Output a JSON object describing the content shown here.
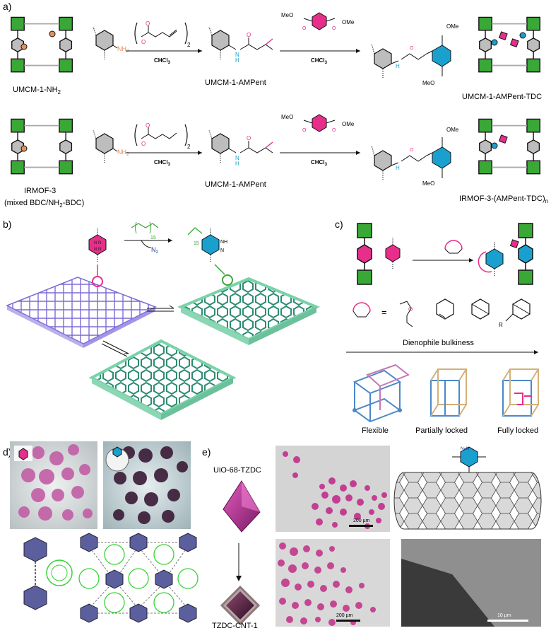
{
  "panels": {
    "a": {
      "letter": "a)",
      "row1": {
        "start": "UMCM-1-NH",
        "start_sub": "2",
        "amine": "NH",
        "amine_sub": "2",
        "reagent1_sub": "2",
        "cond1": "CHCl",
        "cond1_sub": "3",
        "product1": "UMCM-1-AMPent",
        "amide_h": "H",
        "amide_n": "N",
        "ome_top": "MeO",
        "ome_right": "OMe",
        "cond2": "CHCl",
        "cond2_sub": "3",
        "prod_ome_top": "OMe",
        "prod_ome_bottom": "MeO",
        "product2": "UMCM-1-AMPent-TDC"
      },
      "row2": {
        "start": "IRMOF-3",
        "start_line2": "(mixed BDC/NH",
        "start_line2_sub": "2",
        "start_line2_tail": "-BDC)",
        "amine": "NH",
        "amine_sub": "2",
        "reagent1_sub": "2",
        "cond1": "CHCl",
        "cond1_sub": "3",
        "product1": "UMCM-1-AMPent",
        "amide_h": "H",
        "amide_n": "N",
        "ome_top": "MeO",
        "ome_right": "OMe",
        "cond2": "CHCl",
        "cond2_sub": "3",
        "prod_ome_top": "OMe",
        "prod_ome_bottom": "MeO",
        "product2": "IRMOF-3-(AMPent-TDC)",
        "product2_sub": "n"
      }
    },
    "b": {
      "letter": "b)",
      "chain_sub": "15",
      "chain_sub2": "15",
      "byproduct": "N",
      "byproduct_sub": "2",
      "nh": "NH",
      "n": "N"
    },
    "c": {
      "letter": "c)",
      "equals": "=",
      "r_group": "R",
      "bulkiness_label": "Dienophile bulkiness",
      "states": [
        "Flexible",
        "Partially locked",
        "Fully locked"
      ]
    },
    "d": {
      "letter": "d)"
    },
    "e": {
      "letter": "e)",
      "top_label": "UiO-68-TZDC",
      "bottom_label": "TZDC-CNT-1",
      "scale1": "200 µm",
      "scale2": "200 µm",
      "scale3": "10 µm",
      "nn": "N=N"
    }
  },
  "colors": {
    "green": "#3aa836",
    "magenta": "#e62e8a",
    "cyan": "#1aa0cf",
    "purple": "#7b6bd6",
    "teal": "#2e8b73",
    "grey": "#bdbdbd",
    "orange": "#e3915c"
  }
}
